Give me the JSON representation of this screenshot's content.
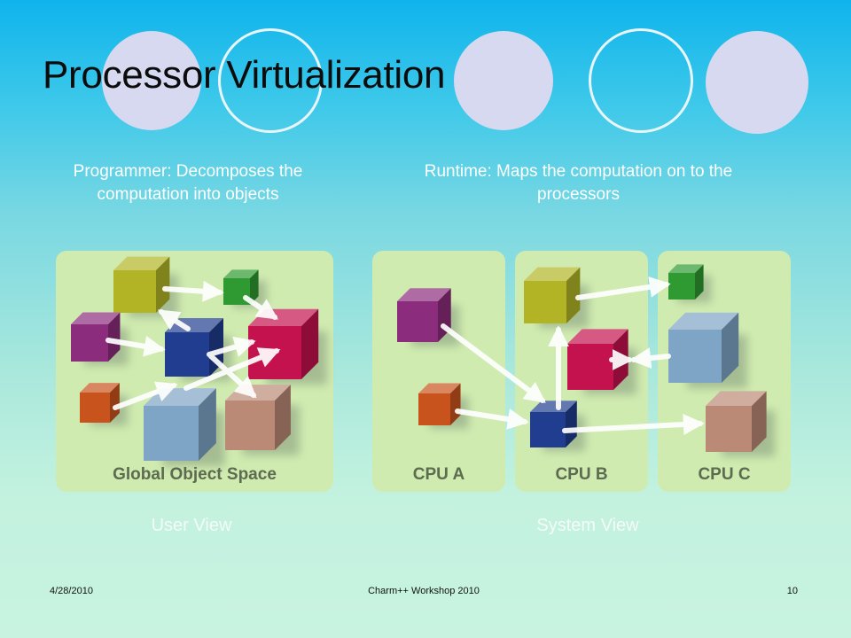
{
  "slide": {
    "title": "Processor Virtualization",
    "left_caption": "Programmer: Decomposes the computation into objects",
    "right_caption": "Runtime: Maps the computation on to the processors",
    "left_view_label": "User View",
    "right_view_label": "System View"
  },
  "figure": {
    "global_panel_label": "Global Object Space",
    "cpu_labels": [
      "CPU A",
      "CPU B",
      "CPU C"
    ],
    "object_colors": {
      "yellow": "#b2b426",
      "green": "#2f9a31",
      "purple": "#8c2c7c",
      "blue": "#203d8f",
      "red": "#c4124e",
      "orange": "#c9531c",
      "light_blue": "#7ea4c6",
      "tan": "#ba8a76"
    }
  },
  "footer": {
    "date": "4/28/2010",
    "event": "Charm++ Workshop 2010",
    "page": "10"
  }
}
